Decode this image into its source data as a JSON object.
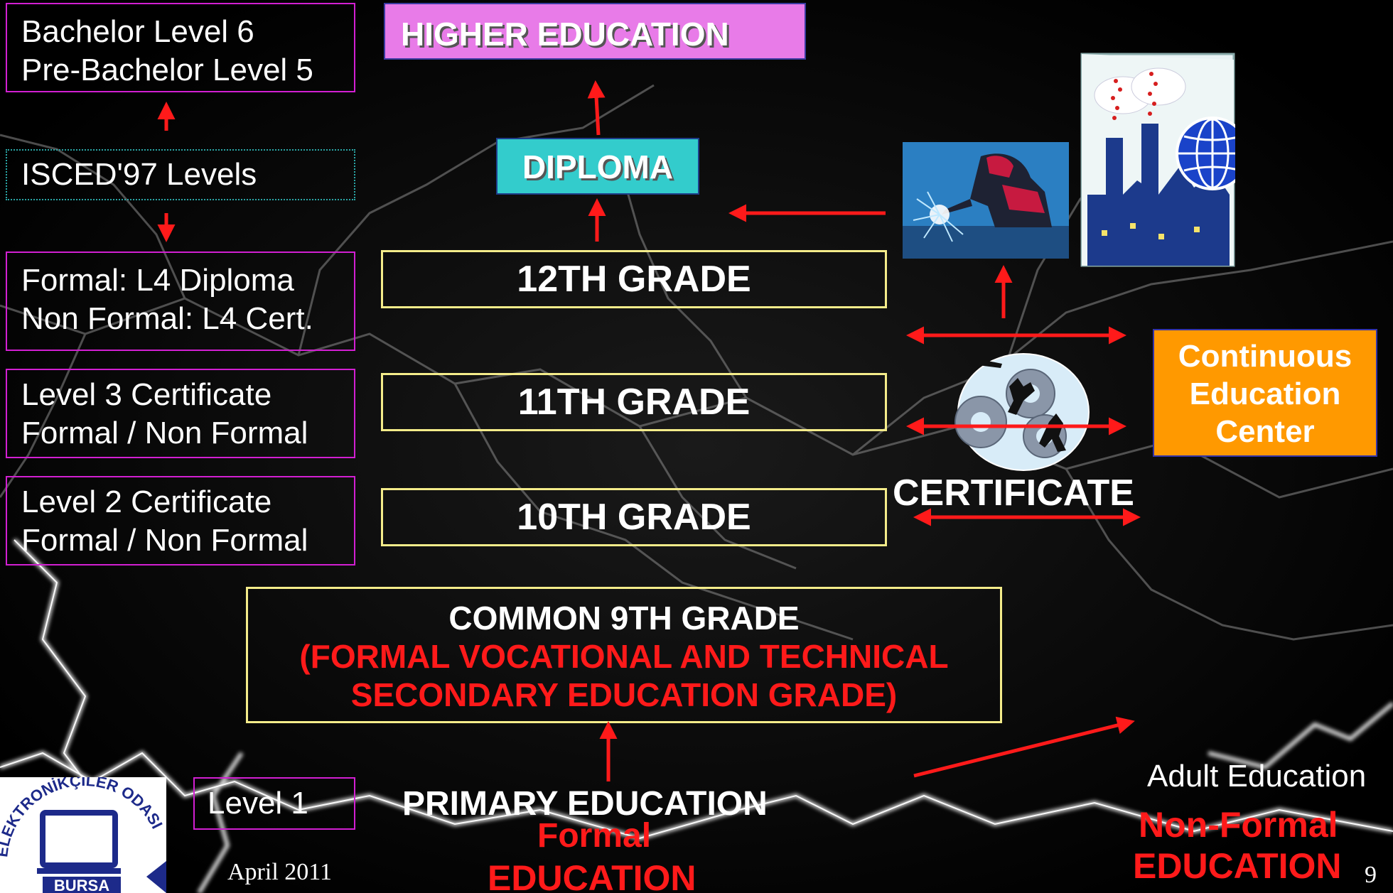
{
  "isced": {
    "bachelor": "Bachelor Level 6",
    "pre_bachelor": "Pre-Bachelor Level 5",
    "levels_title": "ISCED'97 Levels",
    "formal_l4": "Formal: L4 Diploma",
    "nonformal_l4": "Non Formal: L4 Cert.",
    "level3": "Level 3 Certificate",
    "level3_sub": "Formal / Non Formal",
    "level2": "Level 2 Certificate",
    "level2_sub": "Formal / Non Formal",
    "level1": "Level 1"
  },
  "center": {
    "higher_education": "HIGHER EDUCATION",
    "diploma": "DIPLOMA",
    "grade12": "12TH GRADE",
    "grade11": "11TH GRADE",
    "grade10": "10TH GRADE",
    "common9": "COMMON 9TH GRADE",
    "common9_sub1": "(FORMAL VOCATIONAL AND TECHNICAL",
    "common9_sub2": "SECONDARY EDUCATION GRADE)",
    "primary": "PRIMARY EDUCATION",
    "formal": "Formal",
    "education": "EDUCATION"
  },
  "right": {
    "certificate": "CERTIFICATE",
    "continuous1": "Continuous",
    "continuous2": "Education",
    "continuous3": "Center",
    "adult": "Adult Education",
    "nonformal": "Non-Formal",
    "education": "EDUCATION"
  },
  "footer": {
    "date": "April 2011",
    "page": "9",
    "logo_top": "ELEKTRONİKÇİLER ODASI",
    "logo_bottom": "BURSA"
  },
  "colors": {
    "magenta_border": "#d21fd2",
    "higher_ed_fill": "#e87be8",
    "diploma_fill": "#33cccc",
    "grade_border": "#f4ec8a",
    "orange": "#ff9900",
    "red": "#ff1a1a"
  }
}
